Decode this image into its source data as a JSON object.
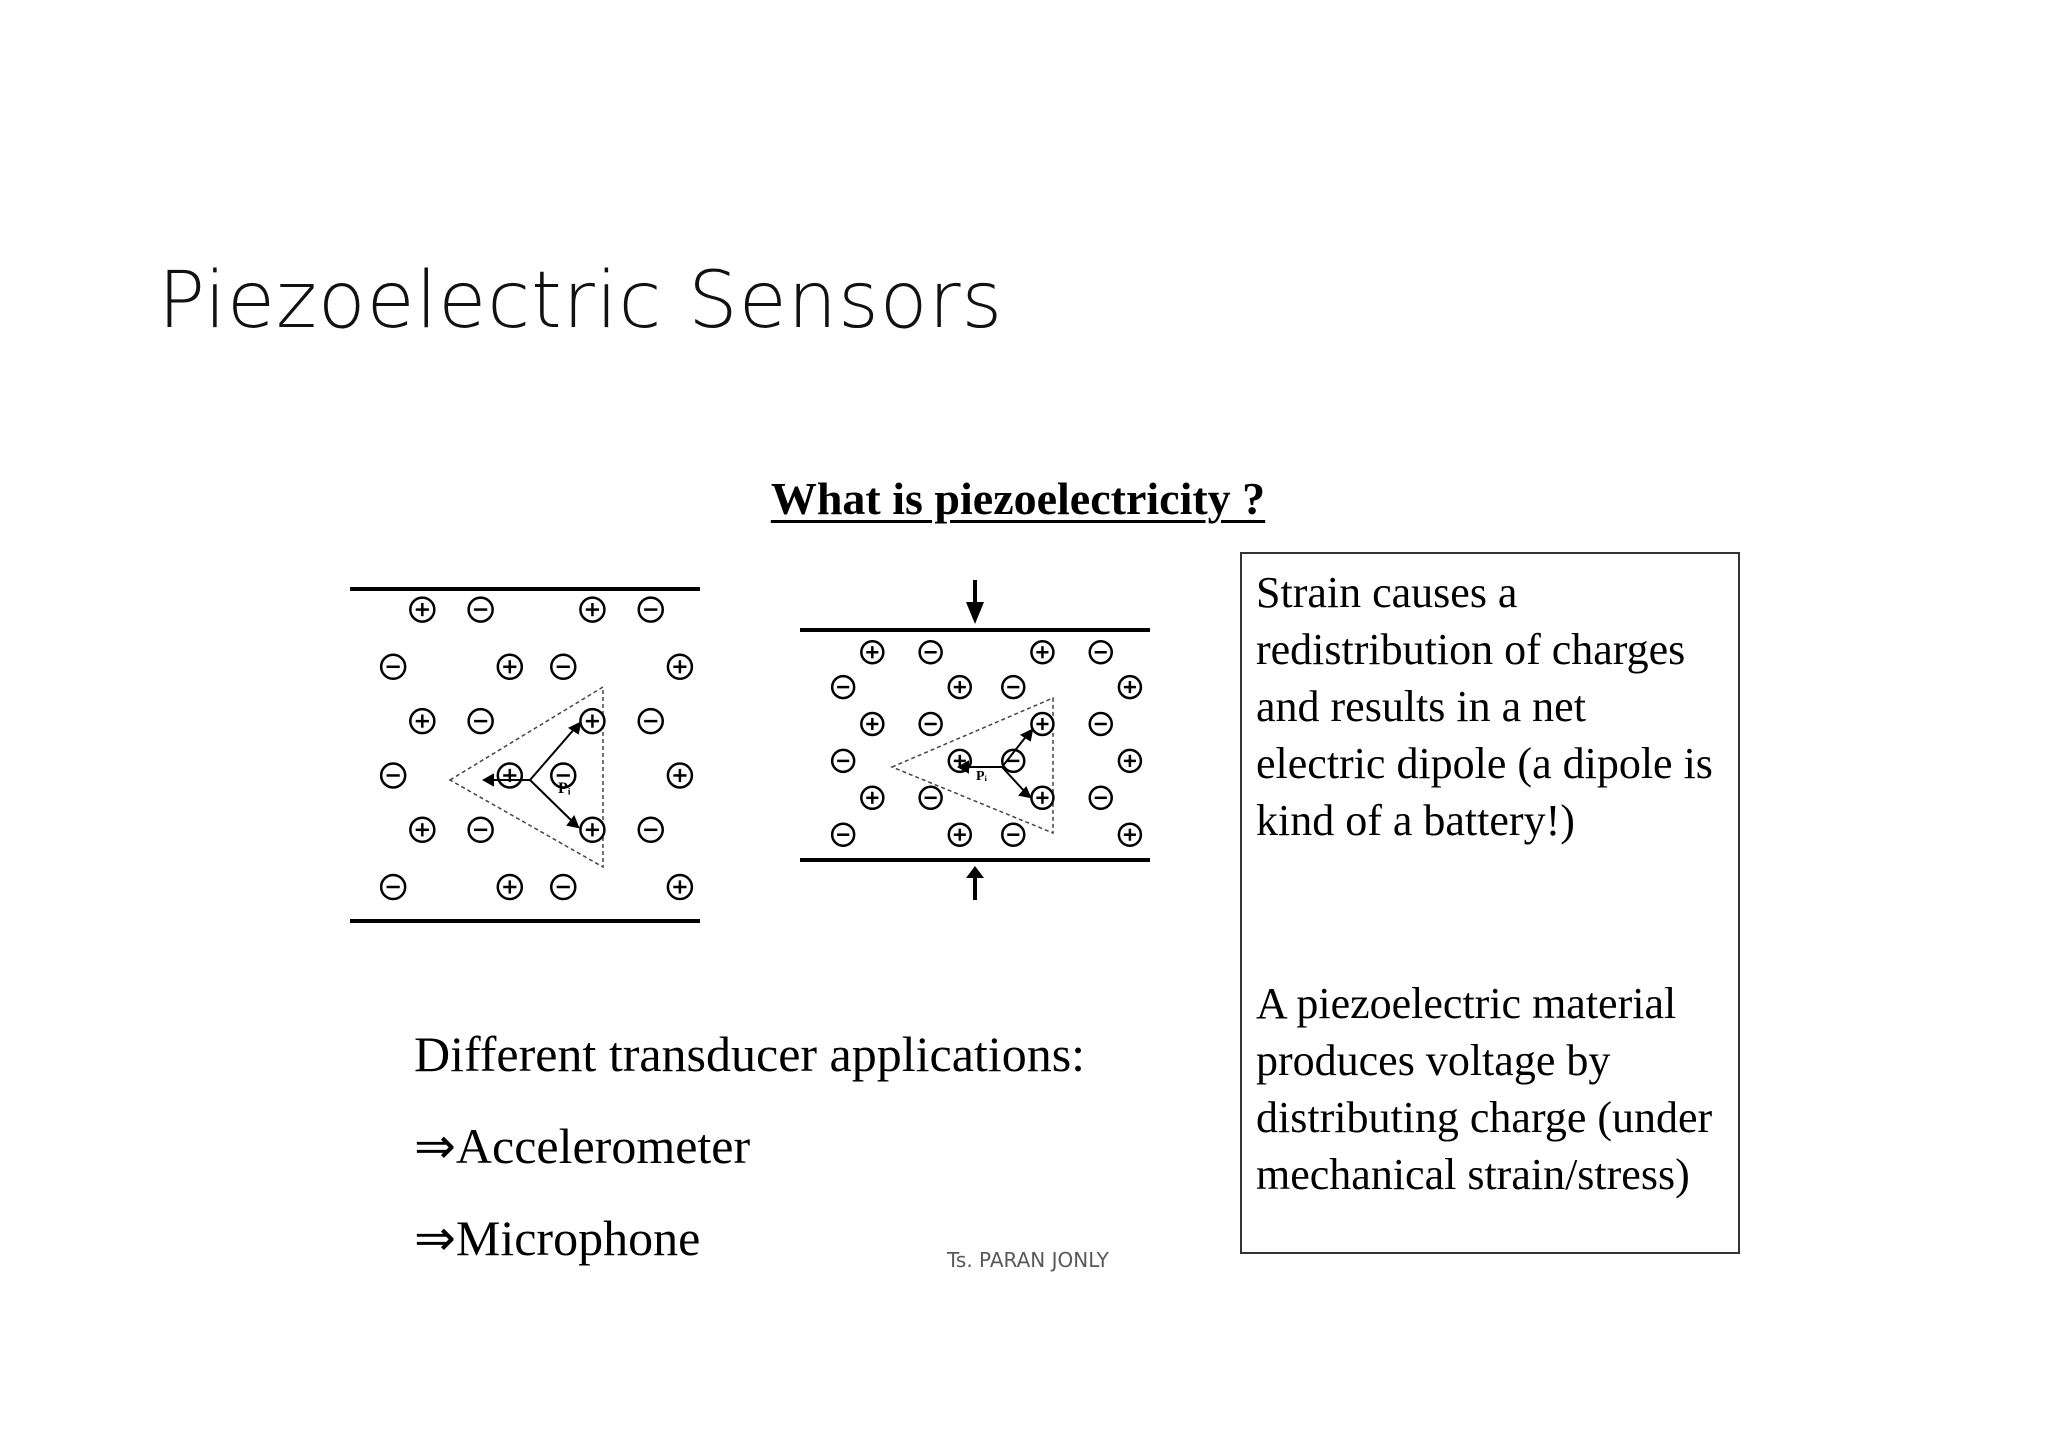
{
  "slide": {
    "title": "Piezoelectric Sensors",
    "subheading": "What is piezoelectricity ?",
    "info_box": {
      "paragraph1": "Strain causes a redistribution of charges and results in a net electric dipole (a dipole is kind of a battery!)",
      "paragraph2": "A piezoelectric material produces voltage by distributing charge (under mechanical strain/stress)"
    },
    "applications": {
      "heading": "Different transducer applications:",
      "items": [
        "⇒Accelerometer",
        "⇒Microphone"
      ]
    },
    "footer": "Ts. PARAN JONLY"
  },
  "diagram": {
    "unstrained": {
      "charges": [
        {
          "c": 12,
          "r": 3,
          "s": "+"
        },
        {
          "c": 24,
          "r": 3,
          "s": "-"
        },
        {
          "c": 47,
          "r": 3,
          "s": "+"
        },
        {
          "c": 59,
          "r": 3,
          "s": "-"
        },
        {
          "c": 6,
          "r": 23,
          "s": "-"
        },
        {
          "c": 30,
          "r": 23,
          "s": "+"
        },
        {
          "c": 41,
          "r": 23,
          "s": "-"
        },
        {
          "c": 65,
          "r": 23,
          "s": "+"
        },
        {
          "c": 12,
          "r": 42,
          "s": "+"
        },
        {
          "c": 24,
          "r": 42,
          "s": "-"
        },
        {
          "c": 47,
          "r": 42,
          "s": "+"
        },
        {
          "c": 59,
          "r": 42,
          "s": "-"
        },
        {
          "c": 6,
          "r": 61,
          "s": "-"
        },
        {
          "c": 30,
          "r": 61,
          "s": "+"
        },
        {
          "c": 41,
          "r": 61,
          "s": "-"
        },
        {
          "c": 65,
          "r": 61,
          "s": "+"
        },
        {
          "c": 12,
          "r": 80,
          "s": "+"
        },
        {
          "c": 24,
          "r": 80,
          "s": "-"
        },
        {
          "c": 47,
          "r": 80,
          "s": "+"
        },
        {
          "c": 59,
          "r": 80,
          "s": "-"
        },
        {
          "c": 6,
          "r": 100,
          "s": "-"
        },
        {
          "c": 30,
          "r": 100,
          "s": "+"
        },
        {
          "c": 41,
          "r": 100,
          "s": "-"
        },
        {
          "c": 65,
          "r": 100,
          "s": "+"
        }
      ],
      "dipole_label": "Pᵢ"
    },
    "strained": {
      "charges": [
        {
          "c": 12,
          "r": 5,
          "s": "+"
        },
        {
          "c": 24,
          "r": 5,
          "s": "-"
        },
        {
          "c": 47,
          "r": 5,
          "s": "+"
        },
        {
          "c": 59,
          "r": 5,
          "s": "-"
        },
        {
          "c": 6,
          "r": 22,
          "s": "-"
        },
        {
          "c": 30,
          "r": 22,
          "s": "+"
        },
        {
          "c": 41,
          "r": 22,
          "s": "-"
        },
        {
          "c": 65,
          "r": 22,
          "s": "+"
        },
        {
          "c": 12,
          "r": 40,
          "s": "+"
        },
        {
          "c": 24,
          "r": 40,
          "s": "-"
        },
        {
          "c": 47,
          "r": 40,
          "s": "+"
        },
        {
          "c": 59,
          "r": 40,
          "s": "-"
        },
        {
          "c": 6,
          "r": 58,
          "s": "-"
        },
        {
          "c": 30,
          "r": 58,
          "s": "+"
        },
        {
          "c": 41,
          "r": 58,
          "s": "-"
        },
        {
          "c": 65,
          "r": 58,
          "s": "+"
        },
        {
          "c": 12,
          "r": 76,
          "s": "+"
        },
        {
          "c": 24,
          "r": 76,
          "s": "-"
        },
        {
          "c": 47,
          "r": 76,
          "s": "+"
        },
        {
          "c": 59,
          "r": 76,
          "s": "-"
        },
        {
          "c": 6,
          "r": 94,
          "s": "-"
        },
        {
          "c": 30,
          "r": 94,
          "s": "+"
        },
        {
          "c": 41,
          "r": 94,
          "s": "-"
        },
        {
          "c": 65,
          "r": 94,
          "s": "+"
        }
      ],
      "dipole_label": "Pᵢ"
    }
  }
}
